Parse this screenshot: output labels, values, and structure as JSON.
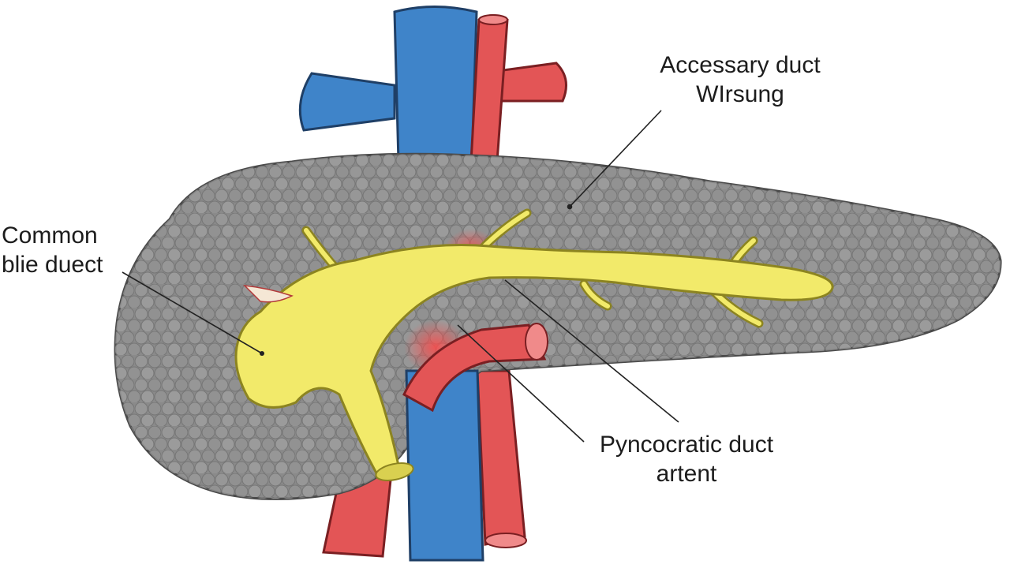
{
  "diagram": {
    "labels": {
      "accessory_duct": {
        "line1": "Accessary duct",
        "line2": "WIrsung"
      },
      "common_bile_duct": {
        "line1": "Common",
        "line2": "blie duect"
      },
      "pancreatic_duct": {
        "line1": "Pyncocratic duct",
        "line2": "artent"
      }
    },
    "colors": {
      "pancreas_fill": "#8a8a8a",
      "pancreas_lobule": "#9a9a9a",
      "pancreas_outline": "#4a4a4a",
      "duct_fill": "#f2ea6a",
      "duct_outline": "#8c8420",
      "vein_fill": "#3f84c9",
      "vein_outline": "#1f3f66",
      "artery_fill": "#e35556",
      "artery_outline": "#7a1f22",
      "leader_line": "#222222"
    }
  }
}
